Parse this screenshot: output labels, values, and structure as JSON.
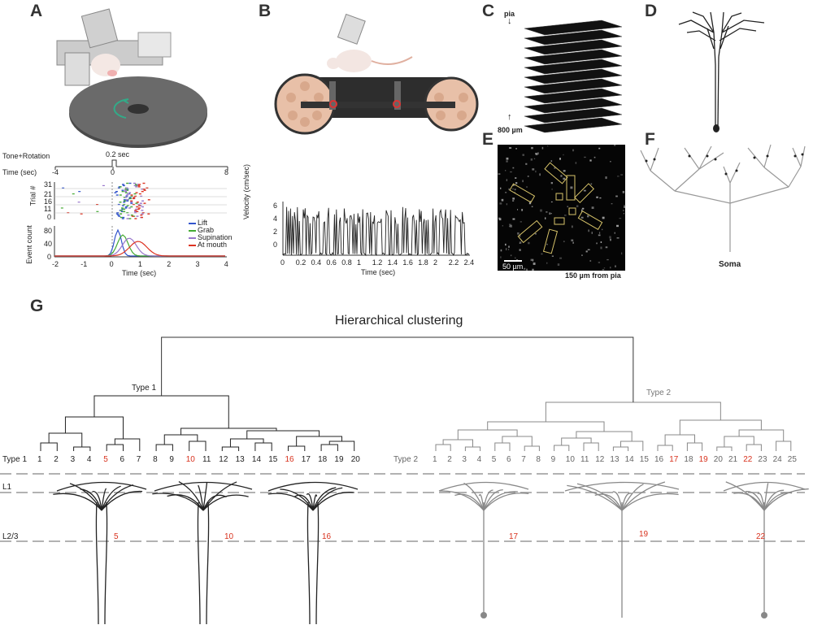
{
  "panels": {
    "a": "A",
    "b": "B",
    "c": "C",
    "d": "D",
    "e": "E",
    "f": "F",
    "g": "G"
  },
  "panel_a": {
    "stim_label": "Tone+Rotation",
    "stim_duration": "0.2 sec",
    "time_label": "Time (sec)",
    "time_ticks": [
      "-4",
      "0",
      "8"
    ],
    "raster_ylabel": "Trial #",
    "raster_yticks": [
      "31",
      "21",
      "16",
      "11",
      "0"
    ],
    "hist_ylabel": "Event count",
    "hist_yticks": [
      "80",
      "40",
      "0"
    ],
    "hist_xticks": [
      "-2",
      "-1",
      "0",
      "1",
      "2",
      "3",
      "4"
    ],
    "hist_xlabel": "Time (sec)",
    "legend": [
      {
        "name": "Lift",
        "color": "#3355cc"
      },
      {
        "name": "Grab",
        "color": "#44aa33"
      },
      {
        "name": "Supination",
        "color": "#9977cc"
      },
      {
        "name": "At mouth",
        "color": "#dd3322"
      }
    ]
  },
  "panel_b": {
    "ylabel": "Velocity (cm/sec)",
    "yticks": [
      "6",
      "4",
      "2",
      "0"
    ],
    "xticks": [
      "0",
      "0.2",
      "0.4",
      "0.6",
      "0.8",
      "1",
      "1.2",
      "1.4",
      "1.6",
      "1.8",
      "2",
      "2.2",
      "2.4"
    ],
    "xlabel": "Time (sec)"
  },
  "panel_c": {
    "top_label": "pia",
    "bottom_label": "800 µm"
  },
  "panel_e": {
    "scale_label": "50 µm",
    "depth_label": "150 µm from pia"
  },
  "panel_f": {
    "soma_label": "Soma"
  },
  "panel_g": {
    "title": "Hierarchical clustering",
    "type1_label": "Type 1",
    "type2_label": "Type 2",
    "type1_row_label": "Type 1",
    "type2_row_label": "Type 2",
    "type1_leaves": [
      "1",
      "2",
      "3",
      "4",
      "5",
      "6",
      "7",
      "8",
      "9",
      "10",
      "11",
      "12",
      "13",
      "14",
      "15",
      "16",
      "17",
      "18",
      "19",
      "20"
    ],
    "type1_highlight": [
      "5",
      "10",
      "16"
    ],
    "type2_leaves": [
      "1",
      "2",
      "3",
      "4",
      "5",
      "6",
      "7",
      "8",
      "9",
      "10",
      "11",
      "12",
      "13",
      "14",
      "15",
      "16",
      "17",
      "18",
      "19",
      "20",
      "21",
      "22",
      "23",
      "24",
      "25"
    ],
    "type2_highlight": [
      "17",
      "19",
      "22"
    ],
    "layer_l1": "L1",
    "layer_l23": "L2/3",
    "example_labels": [
      "5",
      "10",
      "16",
      "17",
      "19",
      "22"
    ],
    "colors": {
      "type1": "#222222",
      "type2": "#888888",
      "highlight": "#d8321e"
    }
  }
}
